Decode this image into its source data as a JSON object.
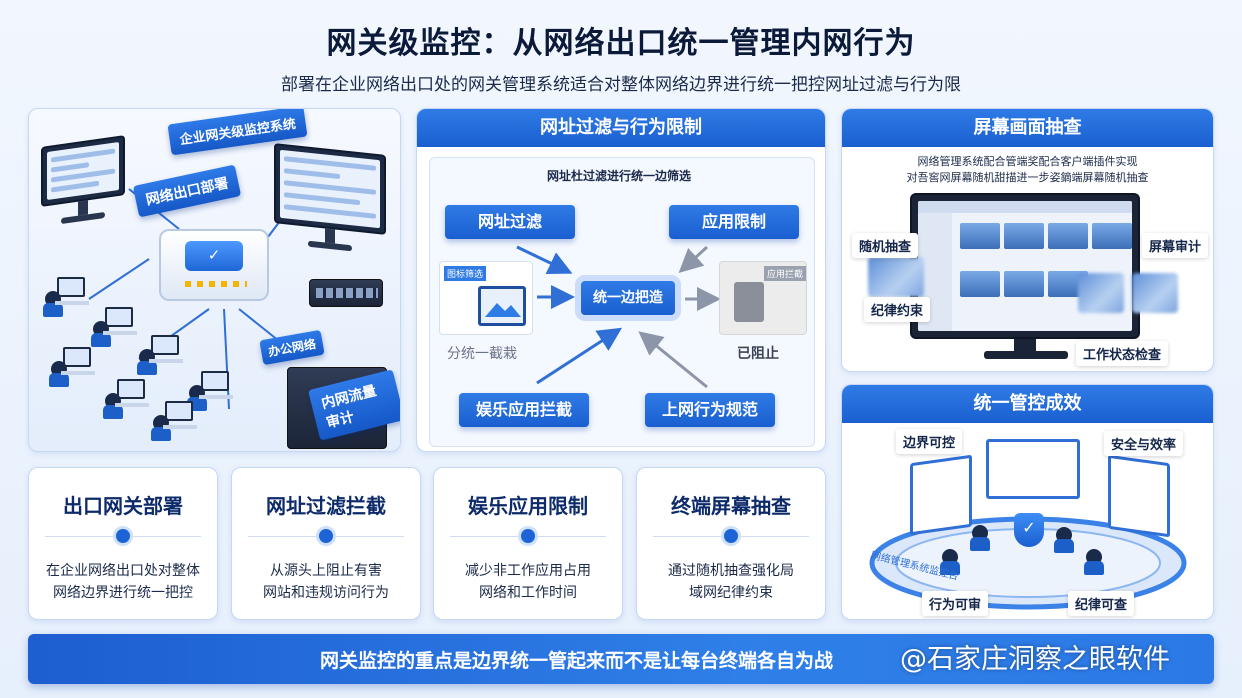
{
  "header": {
    "title": "网关级监控：从网络出口统一管理内网行为",
    "subtitle": "部署在企业网络出口处的网关管理系统适合对整体网络边界进行统一把控网址过滤与行为限"
  },
  "illustration": {
    "tag_system": "企业网关级监控系统",
    "tag_exit": "网络出口部署",
    "tag_office": "办公网络",
    "tag_audit": "内网流量审计"
  },
  "filter_panel": {
    "heading": "网址过滤与行为限制",
    "inner_title": "网址杜过滤进行统一边筛选",
    "url_filter": "网址过滤",
    "app_limit": "应用限制",
    "hub": "统一边把造",
    "left_caption": "分统一截栽",
    "right_caption": "已阻止",
    "left_badge": "图标筛选",
    "right_badge": "应用拦截",
    "ent_block": "娱乐应用拦截",
    "web_rules": "上网行为规范"
  },
  "screen_panel": {
    "heading": "屏幕画面抽查",
    "desc_line1": "网络管理系统配合管端奖配合客户端插件实现",
    "desc_line2": "对吾窖网屏幕随机甜描进一步姿鏑端屏幕随机抽查",
    "random_check": "随机抽查",
    "screen_audit": "屏幕审计",
    "discipline": "纪律约束",
    "work_status": "工作状态检查"
  },
  "result_panel": {
    "heading": "统一管控成效",
    "boundary": "边界可控",
    "security": "安全与效率",
    "behavior": "行为可审",
    "discipline": "纪律可查",
    "platform_label": "网络管理系统监控台"
  },
  "features": [
    {
      "title": "出口网关部署",
      "line1": "在企业网络出口处对整体",
      "line2": "网络边界进行统一把控"
    },
    {
      "title": "网址过滤拦截",
      "line1": "从源头上阻止有害",
      "line2": "网站和违规访问行为"
    },
    {
      "title": "娱乐应用限制",
      "line1": "减少非工作应用占用",
      "line2": "网络和工作时间"
    },
    {
      "title": "终端屏幕抽查",
      "line1": "通过随机抽查强化局",
      "line2": "域网纪律约束"
    }
  ],
  "banner": {
    "text": "网关监控的重点是边界统一管起来而不是让每台终端各自为战",
    "watermark": "@石家庄洞察之眼软件"
  },
  "colors": {
    "primary": "#1a5fd0",
    "accent": "#2f7be6",
    "background": "#eaf1fc"
  }
}
